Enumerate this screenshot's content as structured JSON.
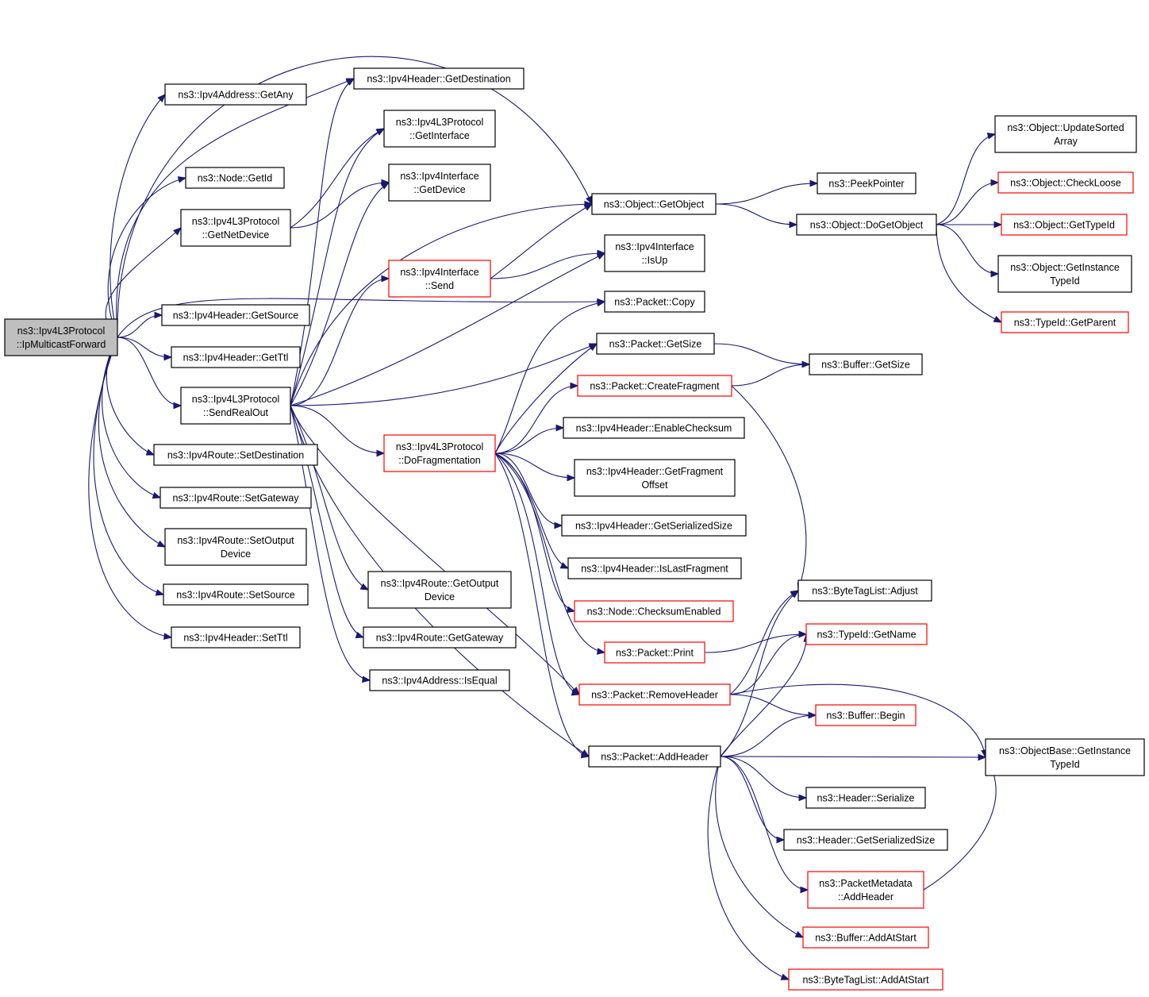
{
  "graph": {
    "nodes": [
      {
        "id": "root",
        "lines": [
          "ns3::Ipv4L3Protocol",
          "::IpMulticastForward"
        ]
      },
      {
        "id": "ipv4addr_getany",
        "lines": [
          "ns3::Ipv4Address::GetAny"
        ]
      },
      {
        "id": "node_getid",
        "lines": [
          "ns3::Node::GetId"
        ]
      },
      {
        "id": "l3_getnetdevice",
        "lines": [
          "ns3::Ipv4L3Protocol",
          "::GetNetDevice"
        ]
      },
      {
        "id": "hdr_getsource",
        "lines": [
          "ns3::Ipv4Header::GetSource"
        ]
      },
      {
        "id": "hdr_getttl",
        "lines": [
          "ns3::Ipv4Header::GetTtl"
        ]
      },
      {
        "id": "l3_sendrealout",
        "lines": [
          "ns3::Ipv4L3Protocol",
          "::SendRealOut"
        ]
      },
      {
        "id": "route_setdest",
        "lines": [
          "ns3::Ipv4Route::SetDestination"
        ]
      },
      {
        "id": "route_setgw",
        "lines": [
          "ns3::Ipv4Route::SetGateway"
        ]
      },
      {
        "id": "route_setoutdev",
        "lines": [
          "ns3::Ipv4Route::SetOutput",
          "Device"
        ]
      },
      {
        "id": "route_setsource",
        "lines": [
          "ns3::Ipv4Route::SetSource"
        ]
      },
      {
        "id": "hdr_setttl",
        "lines": [
          "ns3::Ipv4Header::SetTtl"
        ]
      },
      {
        "id": "hdr_getdest",
        "lines": [
          "ns3::Ipv4Header::GetDestination"
        ]
      },
      {
        "id": "l3_getinterface",
        "lines": [
          "ns3::Ipv4L3Protocol",
          "::GetInterface"
        ]
      },
      {
        "id": "if_getdevice",
        "lines": [
          "ns3::Ipv4Interface",
          "::GetDevice"
        ]
      },
      {
        "id": "if_send",
        "lines": [
          "ns3::Ipv4Interface",
          "::Send"
        ],
        "red": true
      },
      {
        "id": "l3_dofrag",
        "lines": [
          "ns3::Ipv4L3Protocol",
          "::DoFragmentation"
        ],
        "red": true
      },
      {
        "id": "route_getoutdev",
        "lines": [
          "ns3::Ipv4Route::GetOutput",
          "Device"
        ]
      },
      {
        "id": "route_getgw",
        "lines": [
          "ns3::Ipv4Route::GetGateway"
        ]
      },
      {
        "id": "addr_isequal",
        "lines": [
          "ns3::Ipv4Address::IsEqual"
        ]
      },
      {
        "id": "obj_getobject",
        "lines": [
          "ns3::Object::GetObject"
        ]
      },
      {
        "id": "if_isup",
        "lines": [
          "ns3::Ipv4Interface",
          "::IsUp"
        ]
      },
      {
        "id": "pkt_copy",
        "lines": [
          "ns3::Packet::Copy"
        ]
      },
      {
        "id": "pkt_getsize",
        "lines": [
          "ns3::Packet::GetSize"
        ]
      },
      {
        "id": "pkt_createfrag",
        "lines": [
          "ns3::Packet::CreateFragment"
        ],
        "red": true
      },
      {
        "id": "hdr_enablecksum",
        "lines": [
          "ns3::Ipv4Header::EnableChecksum"
        ]
      },
      {
        "id": "hdr_getfragoff",
        "lines": [
          "ns3::Ipv4Header::GetFragment",
          "Offset"
        ]
      },
      {
        "id": "hdr_getsersize",
        "lines": [
          "ns3::Ipv4Header::GetSerializedSize"
        ]
      },
      {
        "id": "hdr_islastfrag",
        "lines": [
          "ns3::Ipv4Header::IsLastFragment"
        ]
      },
      {
        "id": "node_cksumenabled",
        "lines": [
          "ns3::Node::ChecksumEnabled"
        ],
        "red": true
      },
      {
        "id": "pkt_print",
        "lines": [
          "ns3::Packet::Print"
        ],
        "red": true
      },
      {
        "id": "pkt_removehdr",
        "lines": [
          "ns3::Packet::RemoveHeader"
        ],
        "red": true
      },
      {
        "id": "pkt_addhdr",
        "lines": [
          "ns3::Packet::AddHeader"
        ]
      },
      {
        "id": "peekpointer",
        "lines": [
          "ns3::PeekPointer"
        ]
      },
      {
        "id": "obj_dogetobject",
        "lines": [
          "ns3::Object::DoGetObject"
        ]
      },
      {
        "id": "buf_getsize",
        "lines": [
          "ns3::Buffer::GetSize"
        ]
      },
      {
        "id": "btl_adjust",
        "lines": [
          "ns3::ByteTagList::Adjust"
        ]
      },
      {
        "id": "typeid_getname",
        "lines": [
          "ns3::TypeId::GetName"
        ],
        "red": true
      },
      {
        "id": "buf_begin",
        "lines": [
          "ns3::Buffer::Begin"
        ],
        "red": true
      },
      {
        "id": "hdr_serialize",
        "lines": [
          "ns3::Header::Serialize"
        ]
      },
      {
        "id": "header_getsersize",
        "lines": [
          "ns3::Header::GetSerializedSize"
        ]
      },
      {
        "id": "pm_addheader",
        "lines": [
          "ns3::PacketMetadata",
          "::AddHeader"
        ],
        "red": true
      },
      {
        "id": "buf_addatstart",
        "lines": [
          "ns3::Buffer::AddAtStart"
        ],
        "red": true
      },
      {
        "id": "btl_addatstart",
        "lines": [
          "ns3::ByteTagList::AddAtStart"
        ],
        "red": true
      },
      {
        "id": "obj_updatesorted",
        "lines": [
          "ns3::Object::UpdateSorted",
          "Array"
        ]
      },
      {
        "id": "obj_checkloose",
        "lines": [
          "ns3::Object::CheckLoose"
        ],
        "red": true
      },
      {
        "id": "obj_gettypeid",
        "lines": [
          "ns3::Object::GetTypeId"
        ],
        "red": true
      },
      {
        "id": "obj_getinsttypeid",
        "lines": [
          "ns3::Object::GetInstance",
          "TypeId"
        ]
      },
      {
        "id": "typeid_getparent",
        "lines": [
          "ns3::TypeId::GetParent"
        ],
        "red": true
      },
      {
        "id": "objbase_getinsttypeid",
        "lines": [
          "ns3::ObjectBase::GetInstance",
          "TypeId"
        ]
      }
    ]
  },
  "colors": {
    "edge": "#191970",
    "red_border": "#ff0000",
    "root_fill": "#bfbfbf"
  }
}
